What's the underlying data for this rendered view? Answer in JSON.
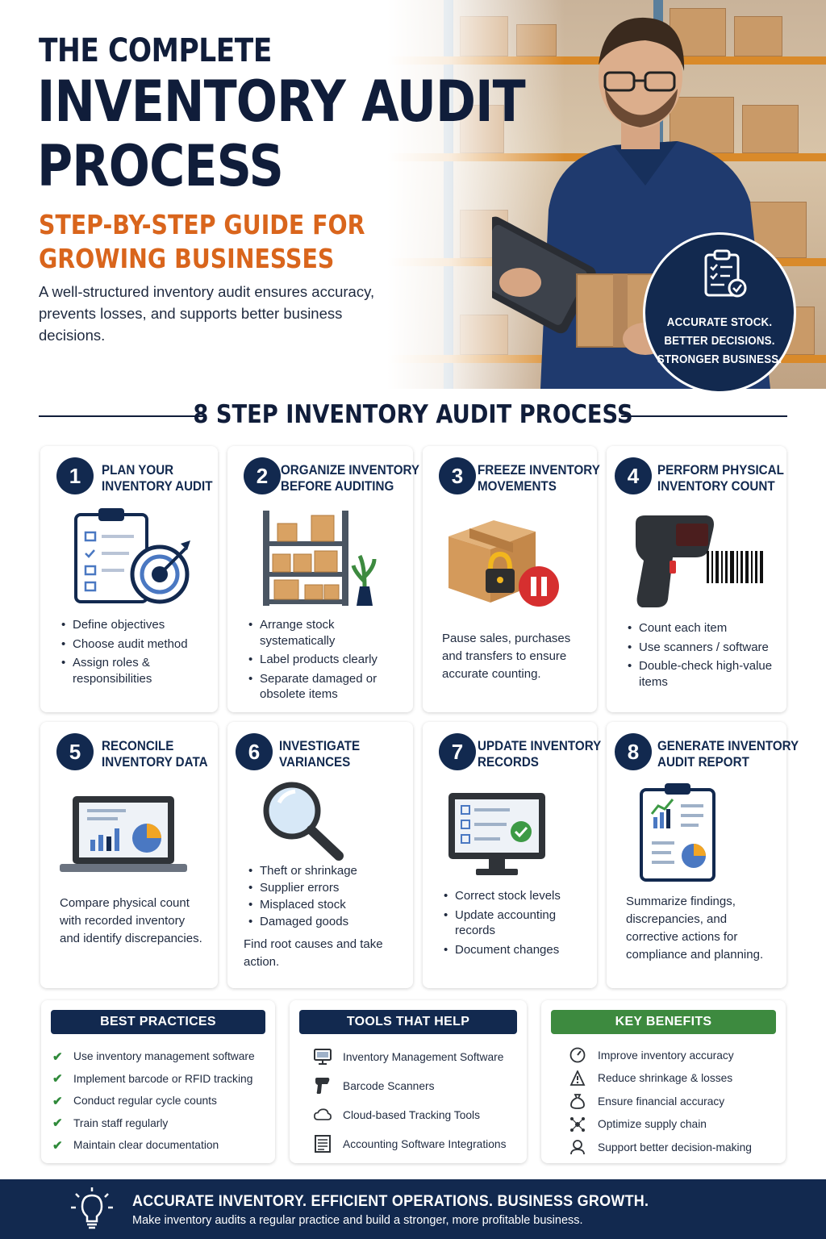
{
  "hero": {
    "title_small": "THE COMPLETE",
    "title_line1": "INVENTORY AUDIT",
    "title_line2": "PROCESS",
    "subtitle_line1": "STEP-BY-STEP GUIDE FOR",
    "subtitle_line2": "GROWING BUSINESSES",
    "intro": "A well-structured inventory audit ensures accuracy, prevents losses, and supports better business decisions.",
    "badge": {
      "icon": "checklist-clipboard-icon",
      "line1": "ACCURATE STOCK.",
      "line2": "BETTER DECISIONS.",
      "line3": "STRONGER BUSINESS."
    }
  },
  "section_heading": "8 STEP INVENTORY AUDIT PROCESS",
  "steps": [
    {
      "num": "1",
      "title_line1": "PLAN YOUR",
      "title_line2": "INVENTORY AUDIT",
      "icon": "clipboard-target-icon",
      "bullets": [
        "Define objectives",
        "Choose audit method",
        "Assign roles & responsibilities"
      ]
    },
    {
      "num": "2",
      "title_line1": "ORGANIZE INVENTORY",
      "title_line2": "BEFORE AUDITING",
      "icon": "shelving-boxes-icon",
      "bullets": [
        "Arrange stock systematically",
        "Label products clearly",
        "Separate damaged or obsolete items"
      ]
    },
    {
      "num": "3",
      "title_line1": "FREEZE INVENTORY",
      "title_line2": "MOVEMENTS",
      "icon": "locked-box-pause-icon",
      "text": "Pause sales, purchases and transfers to ensure accurate counting."
    },
    {
      "num": "4",
      "title_line1": "PERFORM PHYSICAL",
      "title_line2": "INVENTORY COUNT",
      "icon": "barcode-scanner-icon",
      "bullets": [
        "Count each item",
        "Use scanners / software",
        "Double-check high-value items"
      ]
    },
    {
      "num": "5",
      "title_line1": "RECONCILE",
      "title_line2": "INVENTORY DATA",
      "icon": "laptop-charts-icon",
      "text": "Compare physical count with recorded inventory and identify discrepancies."
    },
    {
      "num": "6",
      "title_line1": "INVESTIGATE",
      "title_line2": "VARIANCES",
      "icon": "magnifying-glass-icon",
      "bullets": [
        "Theft or shrinkage",
        "Supplier errors",
        "Misplaced stock",
        "Damaged goods"
      ],
      "text": "Find root causes and take action."
    },
    {
      "num": "7",
      "title_line1": "UPDATE INVENTORY",
      "title_line2": "RECORDS",
      "icon": "monitor-checklist-icon",
      "bullets": [
        "Correct stock levels",
        "Update accounting records",
        "Document changes"
      ]
    },
    {
      "num": "8",
      "title_line1": "GENERATE INVENTORY",
      "title_line2": "AUDIT REPORT",
      "icon": "report-clipboard-icon",
      "text": "Summarize findings, discrepancies, and corrective actions for compliance and planning."
    }
  ],
  "best_practices": {
    "title": "BEST PRACTICES",
    "color": "#12294f",
    "items": [
      "Use inventory management software",
      "Implement barcode or RFID tracking",
      "Conduct regular cycle counts",
      "Train staff regularly",
      "Maintain clear documentation"
    ]
  },
  "tools": {
    "title": "TOOLS THAT HELP",
    "color": "#12294f",
    "items": [
      {
        "icon": "monitor-icon",
        "label": "Inventory Management Software"
      },
      {
        "icon": "scanner-icon",
        "label": "Barcode Scanners"
      },
      {
        "icon": "cloud-icon",
        "label": "Cloud-based Tracking Tools"
      },
      {
        "icon": "spreadsheet-icon",
        "label": "Accounting Software Integrations"
      }
    ]
  },
  "benefits": {
    "title": "KEY BENEFITS",
    "color": "#3d8a3f",
    "items": [
      {
        "icon": "gauge-icon",
        "label": "Improve inventory accuracy"
      },
      {
        "icon": "shield-alert-icon",
        "label": "Reduce shrinkage & losses"
      },
      {
        "icon": "money-bag-icon",
        "label": "Ensure financial accuracy"
      },
      {
        "icon": "network-icon",
        "label": "Optimize supply chain"
      },
      {
        "icon": "person-idea-icon",
        "label": "Support better decision-making"
      }
    ]
  },
  "footer": {
    "icon": "lightbulb-icon",
    "title": "ACCURATE INVENTORY. EFFICIENT OPERATIONS. BUSINESS GROWTH.",
    "subtitle": "Make inventory audits a regular practice and build a stronger, more profitable business."
  }
}
